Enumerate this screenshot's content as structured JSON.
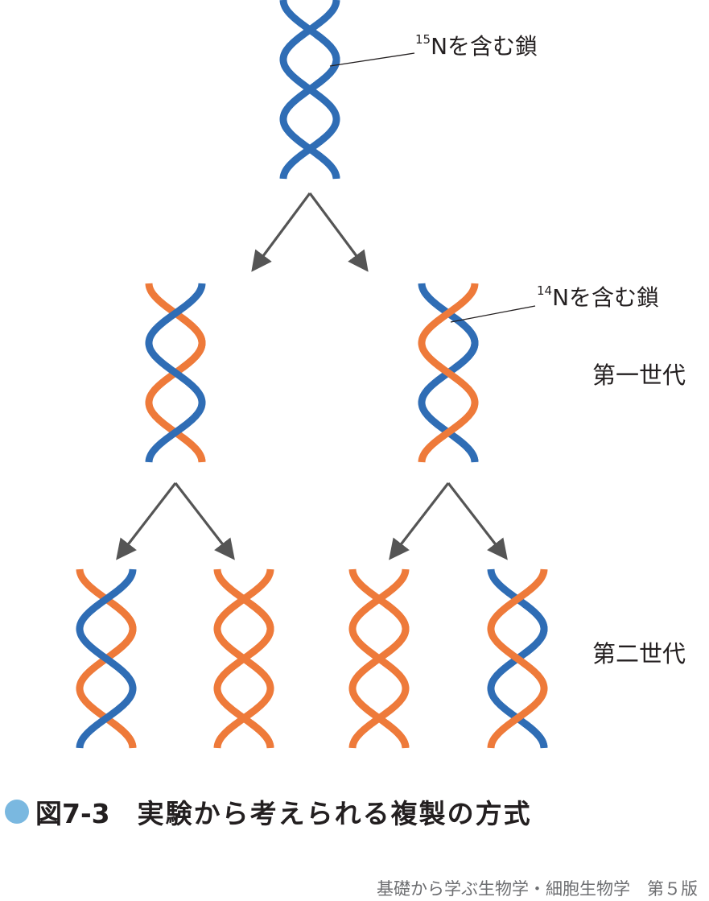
{
  "labels": {
    "n15_mass": "15",
    "n15_text": "Nを含む鎖",
    "n14_mass": "14",
    "n14_text": "Nを含む鎖",
    "generation1": "第一世代",
    "generation2": "第二世代"
  },
  "caption": {
    "number": "図7-3",
    "title": "実験から考えられる複製の方式"
  },
  "source": "基礎から学ぶ生物学・細胞生物学　第５版",
  "colors": {
    "n15_strand": "#2f6db5",
    "n14_strand": "#ee7a3a",
    "arrow": "#555555",
    "caption_dot": "#7ab8e0"
  },
  "molecules": [
    {
      "id": "parent",
      "generation": 0,
      "strands": [
        "n15",
        "n15"
      ]
    },
    {
      "id": "gen1-left",
      "generation": 1,
      "strands": [
        "n15",
        "n14"
      ]
    },
    {
      "id": "gen1-right",
      "generation": 1,
      "strands": [
        "n14",
        "n15"
      ]
    },
    {
      "id": "gen2-a",
      "generation": 2,
      "strands": [
        "n15",
        "n14"
      ]
    },
    {
      "id": "gen2-b",
      "generation": 2,
      "strands": [
        "n14",
        "n14"
      ]
    },
    {
      "id": "gen2-c",
      "generation": 2,
      "strands": [
        "n14",
        "n14"
      ]
    },
    {
      "id": "gen2-d",
      "generation": 2,
      "strands": [
        "n14",
        "n15"
      ]
    }
  ]
}
